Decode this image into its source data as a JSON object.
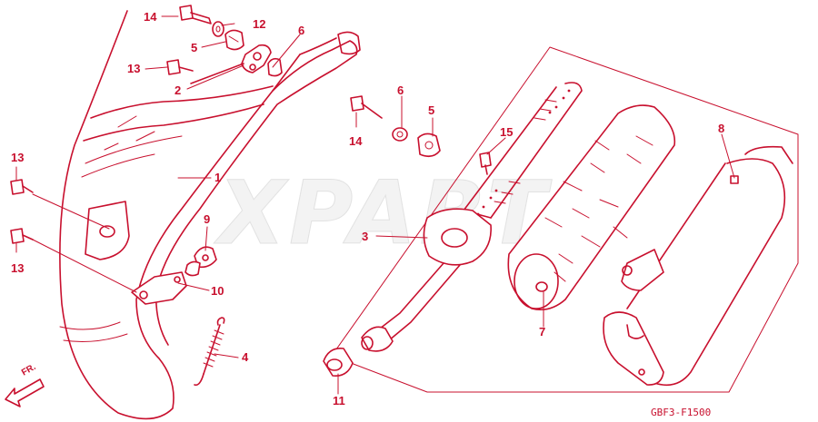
{
  "watermark": "XPARTS",
  "diagram_code": "GBF3-F1500",
  "direction_label": "FR.",
  "callouts": {
    "c14a": "14",
    "c12": "12",
    "c5a": "5",
    "c6a": "6",
    "c13a": "13",
    "c2": "2",
    "c13b": "13",
    "c1": "1",
    "c13c": "13",
    "c9": "9",
    "c10": "10",
    "c4": "4",
    "c14b": "14",
    "c6b": "6",
    "c5b": "5",
    "c15": "15",
    "c3": "3",
    "c11": "11",
    "c7": "7",
    "c8": "8"
  },
  "colors": {
    "line": "#c8102e",
    "background": "#ffffff"
  }
}
